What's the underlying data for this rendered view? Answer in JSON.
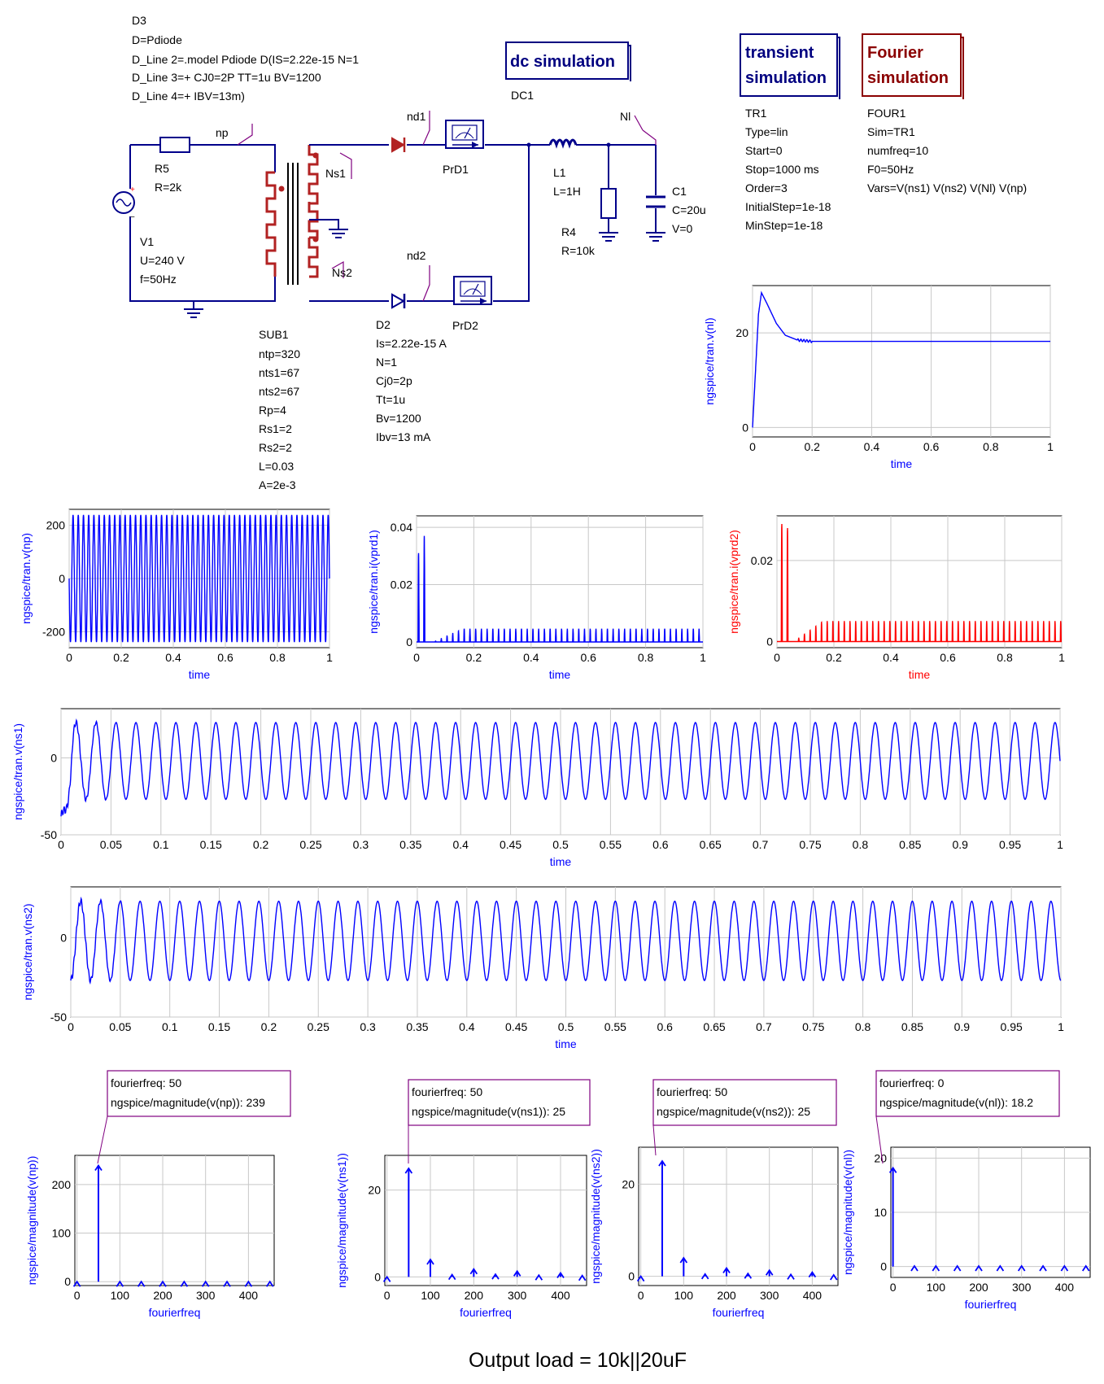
{
  "colors": {
    "wire": "#00008b",
    "transformer": "#b22222",
    "probe_line": "#800080",
    "diode2": "#00008b",
    "sim_blue": "#000080",
    "fourier_red": "#8b0000",
    "trace_blue": "#0000ff",
    "trace_red": "#ff0000",
    "grid": "#c8c8c8"
  },
  "schematic": {
    "d3": {
      "name": "D3",
      "lines": [
        "D=Pdiode",
        "D_Line 2=.model Pdiode D(IS=2.22e-15 N=1",
        "D_Line 3=+ CJ0=2P TT=1u BV=1200",
        "D_Line 4=+ IBV=13m)"
      ]
    },
    "r5": {
      "name": "R5",
      "value": "R=2k"
    },
    "v1": {
      "name": "V1",
      "lines": [
        "U=240 V",
        "f=50Hz"
      ]
    },
    "sub1": {
      "name": "SUB1",
      "lines": [
        "ntp=320",
        "nts1=67",
        "nts2=67",
        "Rp=4",
        "Rs1=2",
        "Rs2=2",
        "L=0.03",
        "A=2e-3"
      ]
    },
    "d2": {
      "name": "D2",
      "lines": [
        "Is=2.22e-15 A",
        "N=1",
        "Cj0=2p",
        "Tt=1u",
        "Bv=1200",
        "Ibv=13 mA"
      ]
    },
    "l1": {
      "name": "L1",
      "value": "L=1H"
    },
    "r4": {
      "name": "R4",
      "value": "R=10k"
    },
    "c1": {
      "name": "C1",
      "lines": [
        "C=20u",
        "V=0"
      ]
    },
    "labels": {
      "np": "np",
      "ns1": "Ns1",
      "ns2": "Ns2",
      "nd1": "nd1",
      "nd2": "nd2",
      "nl": "Nl",
      "prd1": "PrD1",
      "prd2": "PrD2"
    },
    "dc_sim": {
      "title": "dc simulation",
      "name": "DC1"
    },
    "tran_sim": {
      "title_1": "transient",
      "title_2": "simulation",
      "name": "TR1",
      "lines": [
        "Type=lin",
        "Start=0",
        "Stop=1000 ms",
        "Order=3",
        "InitialStep=1e-18",
        "MinStep=1e-18"
      ]
    },
    "fourier_sim": {
      "title_1": "Fourier",
      "title_2": "simulation",
      "name": "FOUR1",
      "lines": [
        "Sim=TR1",
        "numfreq=10",
        "F0=50Hz",
        "Vars=V(ns1) V(ns2) V(Nl) V(np)"
      ]
    }
  },
  "footer": "Output load = 10k||20uF",
  "chart_data": [
    {
      "id": "vnl",
      "type": "line",
      "xlabel": "time",
      "ylabel": "ngspice/tran.v(nl)",
      "color": "blue",
      "xlim": [
        0,
        1
      ],
      "ylim": [
        -2,
        30
      ],
      "xticks": [
        0,
        0.2,
        0.4,
        0.6,
        0.8,
        1
      ],
      "xtick_labels": [
        "0",
        "0.2",
        "0.4",
        "0.6",
        "0.8",
        "1"
      ],
      "yticks": [
        0,
        20
      ],
      "ytick_labels": [
        "0",
        "20"
      ],
      "grid": true,
      "series": [
        {
          "x": [
            0,
            0.01,
            0.02,
            0.03,
            0.05,
            0.08,
            0.11,
            0.15,
            0.2,
            0.4,
            0.6,
            0.8,
            1.0
          ],
          "values": [
            0,
            12,
            24,
            28.5,
            26,
            22,
            19.5,
            18.5,
            18.2,
            18.2,
            18.2,
            18.2,
            18.2
          ]
        }
      ]
    },
    {
      "id": "vnp",
      "type": "line",
      "xlabel": "time",
      "ylabel": "ngspice/tran.v(np)",
      "color": "blue",
      "xlim": [
        0,
        1
      ],
      "ylim": [
        -260,
        260
      ],
      "xticks": [
        0,
        0.2,
        0.4,
        0.6,
        0.8,
        1
      ],
      "xtick_labels": [
        "0",
        "0.2",
        "0.4",
        "0.6",
        "0.8",
        "1"
      ],
      "yticks": [
        -200,
        0,
        200
      ],
      "ytick_labels": [
        "-200",
        "0",
        "200"
      ],
      "grid": true,
      "series": [
        {
          "waveform": "sine",
          "amplitude": 239,
          "frequency": 50,
          "offset": 0
        }
      ]
    },
    {
      "id": "iprd1",
      "type": "line",
      "xlabel": "time",
      "ylabel": "ngspice/tran.i(vprd1)",
      "color": "blue",
      "xlim": [
        0,
        1
      ],
      "ylim": [
        -0.002,
        0.044
      ],
      "xticks": [
        0,
        0.2,
        0.4,
        0.6,
        0.8,
        1
      ],
      "xtick_labels": [
        "0",
        "0.2",
        "0.4",
        "0.6",
        "0.8",
        "1"
      ],
      "yticks": [
        0,
        0.02,
        0.04
      ],
      "ytick_labels": [
        "0",
        "0.02",
        "0.04"
      ],
      "grid": true,
      "series": [
        {
          "waveform": "pulses",
          "frequency": 50,
          "phase": 0.005,
          "startup_peaks": [
            0.031,
            0.037
          ],
          "startup_end": 0.03,
          "steady_start": 0.09,
          "steady_peak": 0.0045
        }
      ]
    },
    {
      "id": "iprd2",
      "type": "line",
      "xlabel": "time",
      "ylabel": "ngspice/tran.i(vprd2)",
      "color": "red",
      "xlim": [
        0,
        1
      ],
      "ylim": [
        -0.0015,
        0.031
      ],
      "xticks": [
        0,
        0.2,
        0.4,
        0.6,
        0.8,
        1
      ],
      "xtick_labels": [
        "0",
        "0.2",
        "0.4",
        "0.6",
        "0.8",
        "1"
      ],
      "yticks": [
        0,
        0.02
      ],
      "ytick_labels": [
        "0",
        "0.02"
      ],
      "grid": true,
      "series": [
        {
          "waveform": "pulses",
          "frequency": 50,
          "phase": 0.015,
          "startup_peaks": [
            0.029,
            0.028
          ],
          "startup_end": 0.04,
          "steady_start": 0.09,
          "steady_peak": 0.005
        }
      ]
    },
    {
      "id": "vns1",
      "type": "line",
      "xlabel": "time",
      "ylabel": "ngspice/tran.v(ns1)",
      "color": "blue",
      "xlim": [
        0,
        1
      ],
      "ylim": [
        -50,
        32
      ],
      "xticks": [
        0,
        0.05,
        0.1,
        0.15,
        0.2,
        0.25,
        0.3,
        0.35,
        0.4,
        0.45,
        0.5,
        0.55,
        0.6,
        0.65,
        0.7,
        0.75,
        0.8,
        0.85,
        0.9,
        0.95,
        1
      ],
      "xtick_labels": [
        "0",
        "0.05",
        "0.1",
        "0.15",
        "0.2",
        "0.25",
        "0.3",
        "0.35",
        "0.4",
        "0.45",
        "0.5",
        "0.55",
        "0.6",
        "0.65",
        "0.7",
        "0.75",
        "0.8",
        "0.85",
        "0.9",
        "0.95",
        "1"
      ],
      "yticks": [
        -50,
        0
      ],
      "ytick_labels": [
        "-50",
        "0"
      ],
      "grid": true,
      "series": [
        {
          "waveform": "sine",
          "amplitude": 25,
          "frequency": 50,
          "offset": -2,
          "initial_dip": -38
        }
      ]
    },
    {
      "id": "vns2",
      "type": "line",
      "xlabel": "time",
      "ylabel": "ngspice/tran.v(ns2)",
      "color": "blue",
      "xlim": [
        0,
        1
      ],
      "ylim": [
        -50,
        32
      ],
      "xticks": [
        0,
        0.05,
        0.1,
        0.15,
        0.2,
        0.25,
        0.3,
        0.35,
        0.4,
        0.45,
        0.5,
        0.55,
        0.6,
        0.65,
        0.7,
        0.75,
        0.8,
        0.85,
        0.9,
        0.95,
        1
      ],
      "xtick_labels": [
        "0",
        "0.05",
        "0.1",
        "0.15",
        "0.2",
        "0.25",
        "0.3",
        "0.35",
        "0.4",
        "0.45",
        "0.5",
        "0.55",
        "0.6",
        "0.65",
        "0.7",
        "0.75",
        "0.8",
        "0.85",
        "0.9",
        "0.95",
        "1"
      ],
      "yticks": [
        -50,
        0
      ],
      "ytick_labels": [
        "-50",
        "0"
      ],
      "grid": true,
      "series": [
        {
          "waveform": "sine",
          "amplitude": 25,
          "frequency": 50,
          "offset": -2,
          "phase_shift": 0.5
        }
      ]
    },
    {
      "id": "fnp",
      "type": "bar",
      "xlabel": "fourierfreq",
      "ylabel": "ngspice/magnitude(v(np))",
      "color": "blue",
      "xlim": [
        -5,
        460
      ],
      "ylim": [
        -8,
        260
      ],
      "xticks": [
        0,
        100,
        200,
        300,
        400
      ],
      "xtick_labels": [
        "0",
        "100",
        "200",
        "300",
        "400"
      ],
      "yticks": [
        0,
        100,
        200
      ],
      "ytick_labels": [
        "0",
        "100",
        "200"
      ],
      "grid": true,
      "x": [
        0,
        50,
        100,
        150,
        200,
        250,
        300,
        350,
        400,
        450
      ],
      "values": [
        0,
        239,
        0,
        0,
        0,
        0,
        0,
        0,
        0,
        0
      ],
      "marker": {
        "index": 1,
        "line1": "fourierfreq: 50",
        "line2": "ngspice/magnitude(v(np)): 239"
      }
    },
    {
      "id": "fns1",
      "type": "bar",
      "xlabel": "fourierfreq",
      "ylabel": "ngspice/magnitude(v(ns1))",
      "color": "blue",
      "xlim": [
        -5,
        460
      ],
      "ylim": [
        -2,
        28
      ],
      "xticks": [
        0,
        100,
        200,
        300,
        400
      ],
      "xtick_labels": [
        "0",
        "100",
        "200",
        "300",
        "400"
      ],
      "yticks": [
        0,
        20
      ],
      "ytick_labels": [
        "0",
        "20"
      ],
      "grid": true,
      "x": [
        0,
        50,
        100,
        150,
        200,
        250,
        300,
        350,
        400,
        450
      ],
      "values": [
        0,
        25,
        4,
        0.5,
        1.8,
        0.6,
        1.3,
        0.4,
        0.9,
        0.3
      ],
      "marker": {
        "index": 1,
        "line1": "fourierfreq: 50",
        "line2": "ngspice/magnitude(v(ns1)): 25"
      }
    },
    {
      "id": "fns2",
      "type": "bar",
      "xlabel": "fourierfreq",
      "ylabel": "ngspice/magnitude(v(ns2))",
      "color": "blue",
      "xlim": [
        -5,
        460
      ],
      "ylim": [
        -2,
        28
      ],
      "xticks": [
        0,
        100,
        200,
        300,
        400
      ],
      "xtick_labels": [
        "0",
        "100",
        "200",
        "300",
        "400"
      ],
      "yticks": [
        0,
        20
      ],
      "ytick_labels": [
        "0",
        "20"
      ],
      "grid": true,
      "x": [
        0,
        50,
        100,
        150,
        200,
        250,
        300,
        350,
        400,
        450
      ],
      "values": [
        0,
        25,
        4,
        0.5,
        1.8,
        0.6,
        1.3,
        0.4,
        0.9,
        0.3
      ],
      "marker": {
        "index": 1,
        "line1": "fourierfreq: 50",
        "line2": "ngspice/magnitude(v(ns2)): 25"
      }
    },
    {
      "id": "fnl",
      "type": "bar",
      "xlabel": "fourierfreq",
      "ylabel": "ngspice/magnitude(v(nl))",
      "color": "blue",
      "xlim": [
        -5,
        460
      ],
      "ylim": [
        -2,
        22
      ],
      "xticks": [
        0,
        100,
        200,
        300,
        400
      ],
      "xtick_labels": [
        "0",
        "100",
        "200",
        "300",
        "400"
      ],
      "yticks": [
        0,
        10,
        20
      ],
      "ytick_labels": [
        "0",
        "10",
        "20"
      ],
      "grid": true,
      "x": [
        0,
        50,
        100,
        150,
        200,
        250,
        300,
        350,
        400,
        450
      ],
      "values": [
        18.2,
        0.1,
        0.1,
        0.1,
        0.1,
        0.1,
        0.1,
        0.1,
        0.1,
        0.1
      ],
      "marker": {
        "index": 0,
        "line1": "fourierfreq: 0",
        "line2": "ngspice/magnitude(v(nl)): 18.2"
      }
    }
  ]
}
